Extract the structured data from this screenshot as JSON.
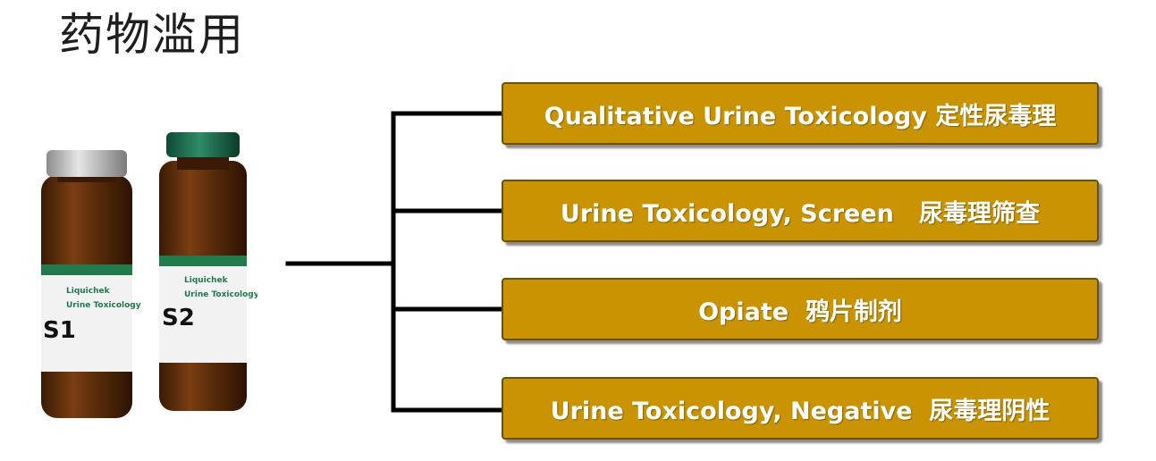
{
  "title": "药物滥用",
  "product_label": {
    "brand": "Liquichek",
    "name": "Urine Toxicology",
    "vial1_code": "S1",
    "vial2_code": "S2"
  },
  "categories": [
    {
      "label": "Qualitative Urine Toxicology 定性尿毒理"
    },
    {
      "label": "Urine Toxicology, Screen   尿毒理筛查"
    },
    {
      "label": "Opiate  鸦片制剂"
    },
    {
      "label": "Urine Toxicology, Negative  尿毒理阴性"
    }
  ],
  "colors": {
    "box_fill": "#c99302",
    "box_border": "#6e5000",
    "box_text": "#ffffff",
    "connector": "#000000",
    "vial_glass": "#5a2e0c",
    "label_green": "#1f7a4c"
  }
}
